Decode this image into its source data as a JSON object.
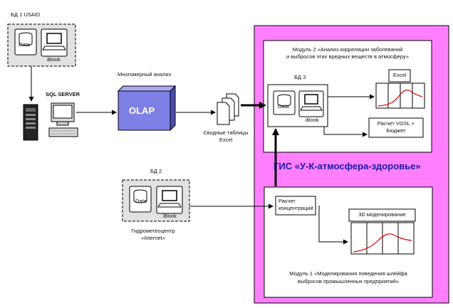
{
  "db1": {
    "title": "БД 1 USAID",
    "data_label": "Data",
    "ibook_label": "iBook"
  },
  "sql_server": {
    "label": "SQL SERVER"
  },
  "multi_analysis": {
    "label": "Многомерный анализ"
  },
  "olap": {
    "label": "OLAP"
  },
  "pivot": {
    "line1": "Сводные таблицы",
    "line2": "Excel"
  },
  "db2": {
    "title": "БД 2",
    "data_label": "Data",
    "ibook_label": "iBook",
    "caption_line1": "Гидрометеоцентр",
    "caption_line2": "«Internet»"
  },
  "gis": {
    "title": "ГИС «У-К-атмосфера-здоровье»"
  },
  "module2": {
    "caption_line1": "Модуль 2 «Анализ корреляции заболеваний",
    "caption_line2": "и выбросов этих вредных веществ в атмосферу»",
    "db3_title": "БД 3",
    "data_label": "Data",
    "ibook_label": "iBook",
    "excel_label": "Excel",
    "vosl_line1": "Расчет VOSL +",
    "vosl_line2": "Бюджет"
  },
  "module1": {
    "calc_line1": "Расчет",
    "calc_line2": "концентраций",
    "modeling_label": "3D моделирование",
    "caption_line1": "Модуль 1 «Моделирования поведения шлейфа",
    "caption_line2": "выбросов промышленных предприятий»"
  },
  "colors": {
    "gis_bg": "#ff7fff",
    "olap_fill": "#7f7fe6",
    "gis_text": "#1a1aa8",
    "curve": "#e00000"
  }
}
